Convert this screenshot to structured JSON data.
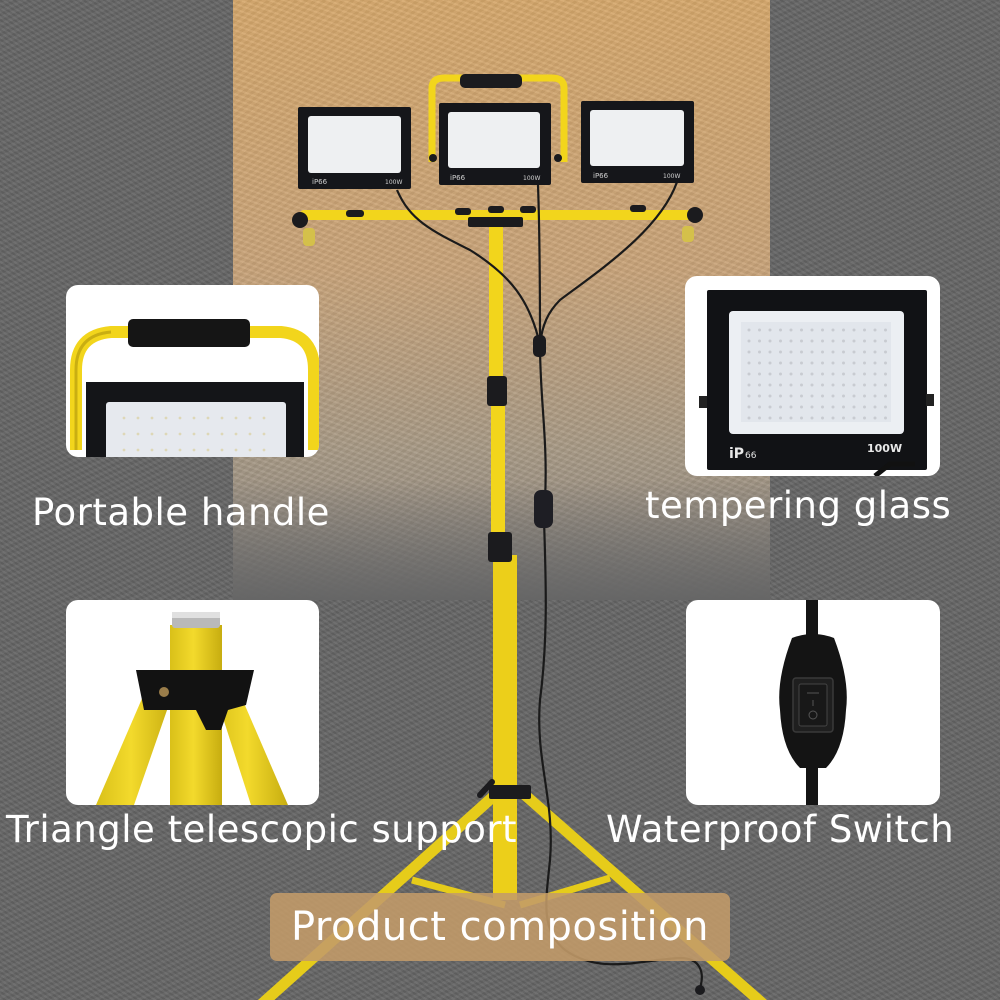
{
  "image": {
    "type": "product-feature-infographic",
    "subject": "Tripod LED work light with three floodlights"
  },
  "banner": {
    "label": "Product composition"
  },
  "features": [
    {
      "id": "handle",
      "caption": "Portable handle",
      "icon": "handle-closeup"
    },
    {
      "id": "glass",
      "caption": "tempering glass",
      "icon": "floodlight-closeup"
    },
    {
      "id": "tripod",
      "caption": "Triangle telescopic support",
      "icon": "tripod-closeup"
    },
    {
      "id": "switch",
      "caption": "Waterproof Switch",
      "icon": "switch-closeup"
    }
  ],
  "floodlight": {
    "count": 3,
    "rating_label": "iP66",
    "rating_main": "iP",
    "rating_sub": "66",
    "power_label": "100W"
  },
  "colors": {
    "background_grey": "#666666",
    "background_tan": "#d6a86c",
    "stand_yellow": "#f2d51c",
    "light_housing": "#15161a",
    "led_panel": "#eef0f2",
    "banner_bg": "#c39b69",
    "caption_text": "#ffffff"
  }
}
